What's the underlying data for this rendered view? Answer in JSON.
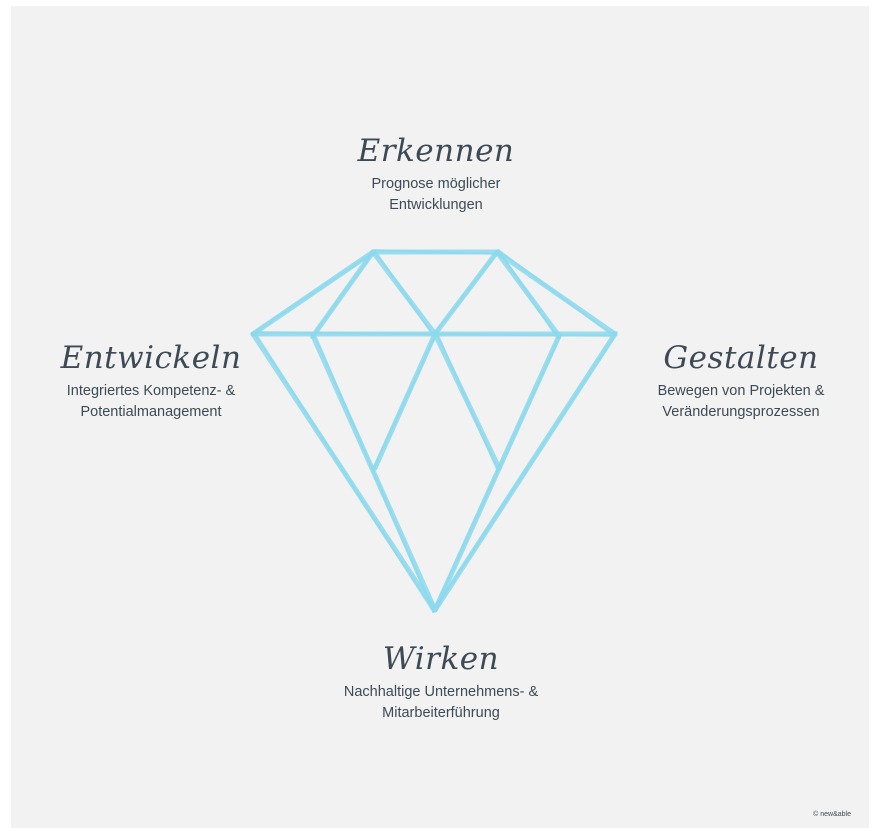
{
  "colors": {
    "background": "#f2f2f2",
    "diamond_stroke": "#7fd6ec",
    "text": "#3d4a55"
  },
  "labels": {
    "top": {
      "title": "Erkennen",
      "desc": [
        "Prognose möglicher",
        "Entwicklungen"
      ]
    },
    "left": {
      "title": "Entwickeln",
      "desc": [
        "Integriertes Kompetenz- &",
        "Potentialmanagement"
      ]
    },
    "right": {
      "title": "Gestalten",
      "desc": [
        "Bewegen von Projekten &",
        "Veränderungsprozessen"
      ]
    },
    "bottom": {
      "title": "Wirken",
      "desc": [
        "Nachhaltige Unternehmens- &",
        "Mitarbeiterführung"
      ]
    }
  },
  "copyright": "© new&able"
}
